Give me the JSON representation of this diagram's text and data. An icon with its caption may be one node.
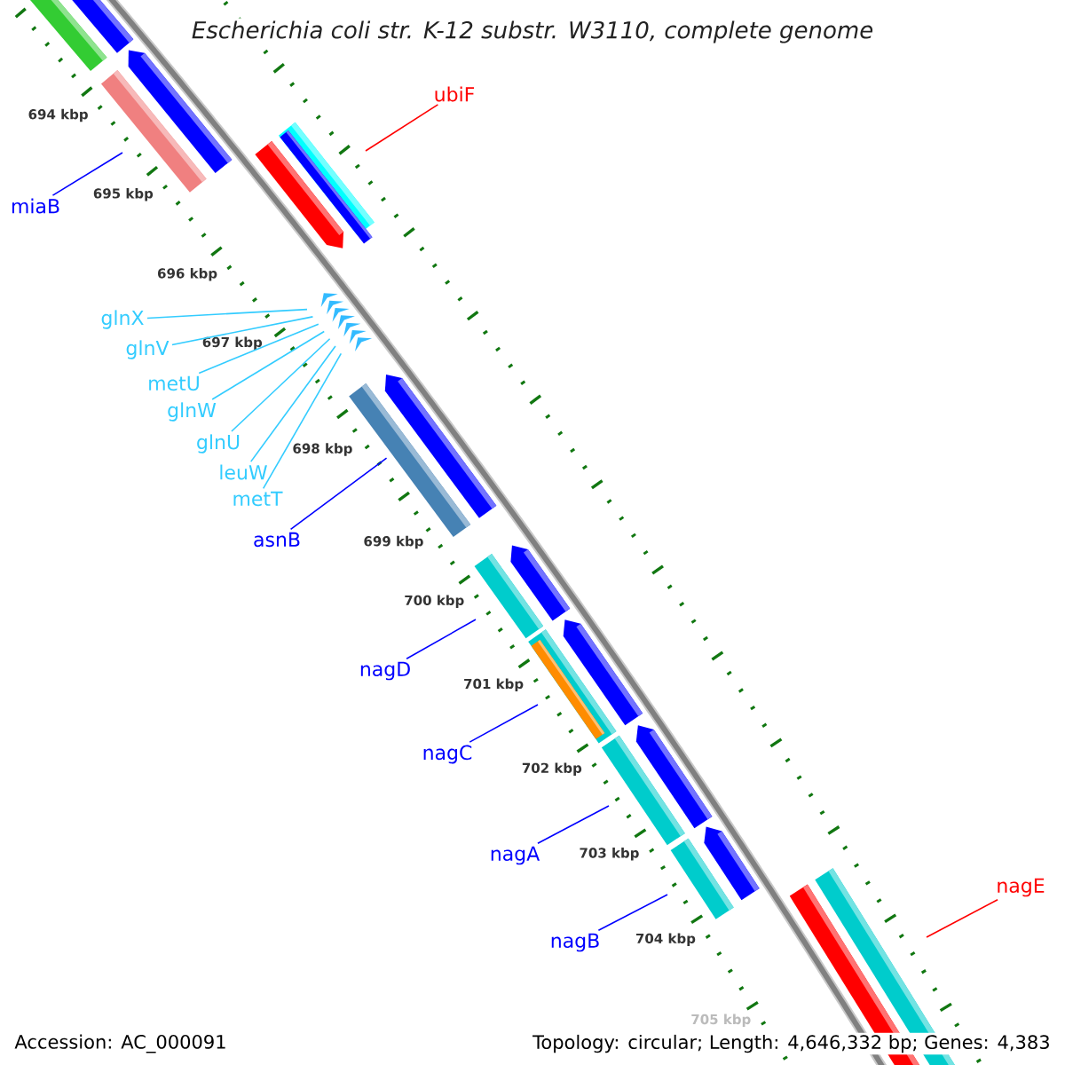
{
  "diagram": {
    "title": "Escherichia coli str. K-12 substr. W3110, complete genome",
    "nodes": [
      {
        "text": [
          "ubiF"
        ]
      },
      {
        "text": [
          "miaB"
        ]
      },
      {
        "text": [
          "glnX"
        ]
      },
      {
        "text": [
          "glnV"
        ]
      },
      {
        "text": [
          "metU"
        ]
      },
      {
        "text": [
          "glnW"
        ]
      },
      {
        "text": [
          "glnU"
        ]
      },
      {
        "text": [
          "leuW"
        ]
      },
      {
        "text": [
          "metT"
        ]
      },
      {
        "text": [
          "asnB"
        ]
      },
      {
        "text": [
          "nagD"
        ]
      },
      {
        "text": [
          "nagC"
        ]
      },
      {
        "text": [
          "nagA"
        ]
      },
      {
        "text": [
          "nagB"
        ]
      },
      {
        "text": [
          "nagE"
        ]
      }
    ],
    "edges": [
      {
        "from": 0,
        "to": null,
        "arrow": "none",
        "color": "#ff0000"
      },
      {
        "from": 1,
        "to": null,
        "arrow": "none",
        "color": "#0000ff"
      },
      {
        "from": 2,
        "to": null,
        "arrow": "none"
      },
      {
        "from": 3,
        "to": null,
        "arrow": "none"
      },
      {
        "from": 4,
        "to": null,
        "arrow": "none"
      },
      {
        "from": 5,
        "to": null,
        "arrow": "none"
      },
      {
        "from": 6,
        "to": null,
        "arrow": "none"
      },
      {
        "from": 7,
        "to": null,
        "arrow": "none"
      },
      {
        "from": 8,
        "to": null,
        "arrow": "none"
      },
      {
        "from": 9,
        "to": null,
        "arrow": "none",
        "color": "#0000ff"
      },
      {
        "from": 10,
        "to": null,
        "arrow": "none",
        "color": "#0000ff"
      },
      {
        "from": 11,
        "to": null,
        "arrow": "none",
        "color": "#0000ff"
      },
      {
        "from": 12,
        "to": null,
        "arrow": "none",
        "color": "#0000ff"
      },
      {
        "from": 13,
        "to": null,
        "arrow": "none",
        "color": "#0000ff"
      },
      {
        "from": 14,
        "to": null,
        "arrow": "none",
        "color": "#ff0000"
      }
    ],
    "labels": [
      "694 kbp",
      "695 kbp",
      "696 kbp",
      "697 kbp",
      "698 kbp",
      "699 kbp",
      "700 kbp",
      "701 kbp",
      "702 kbp",
      "703 kbp",
      "704 kbp",
      "705 kbp",
      "Accession: AC_000091",
      "Topology: circular; Length: 4,646,332 bp; Genes: 4,383"
    ]
  }
}
